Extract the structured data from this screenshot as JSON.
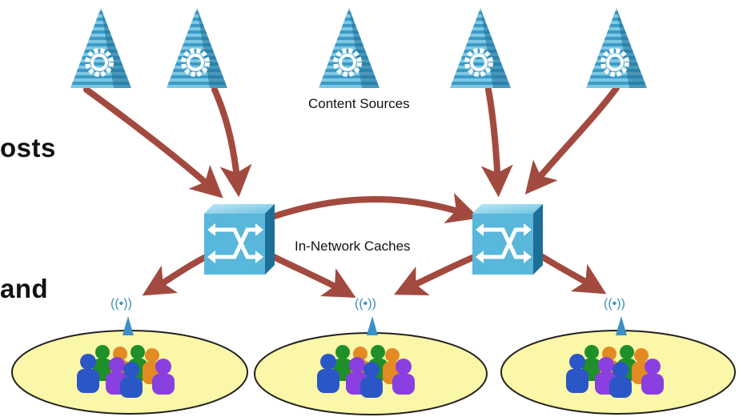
{
  "slide": {
    "fragments": [
      "osts",
      "and"
    ],
    "labels": {
      "content_sources": "Content  Sources",
      "in_network_caches": "In-Network  Caches"
    },
    "wifi_glyph": "((•))"
  },
  "colors": {
    "arrow": "#a24a3f",
    "pyramid_light": "#7ec8e3",
    "pyramid_dark": "#1d6f97",
    "switch_face": "#58b7da",
    "ellipse_fill": "#fbf7a8"
  }
}
